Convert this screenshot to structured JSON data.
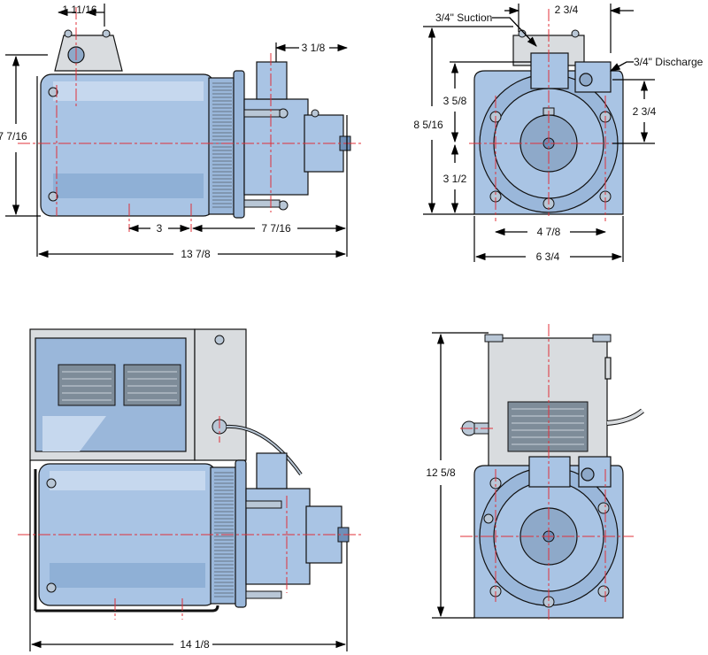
{
  "dimensions": {
    "top_left_width": "1 11/16",
    "top_left_height": "7 7/16",
    "top_left_outlet": "3 1/8",
    "top_left_base_a": "3",
    "top_left_base_b": "7 7/16",
    "top_left_length": "13 7/8",
    "top_right_top": "2 3/4",
    "top_right_height": "8 5/16",
    "top_right_upper": "3 5/8",
    "top_right_lower": "3 1/2",
    "top_right_side": "2 3/4",
    "top_right_bolt": "4 7/8",
    "top_right_width": "6 3/4",
    "bottom_left_length": "14 1/8",
    "bottom_right_height": "12 5/8"
  },
  "callouts": {
    "suction": "3/4\" Suction",
    "discharge": "3/4\" Discharge"
  },
  "colors": {
    "body": "#a9c4e4",
    "box": "#d9dcdf",
    "centerline": "#e0303a"
  }
}
